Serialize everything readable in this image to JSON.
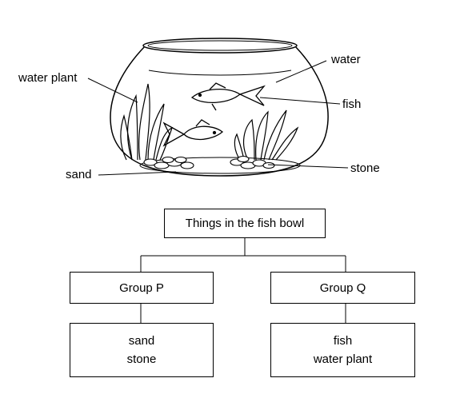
{
  "labels": {
    "water": "water",
    "fish": "fish",
    "stone": "stone",
    "water_plant": "water plant",
    "sand": "sand"
  },
  "tree": {
    "root": "Things in the fish bowl",
    "group_p": {
      "title": "Group P",
      "items": [
        "sand",
        "stone"
      ]
    },
    "group_q": {
      "title": "Group Q",
      "items": [
        "fish",
        "water plant"
      ]
    }
  }
}
